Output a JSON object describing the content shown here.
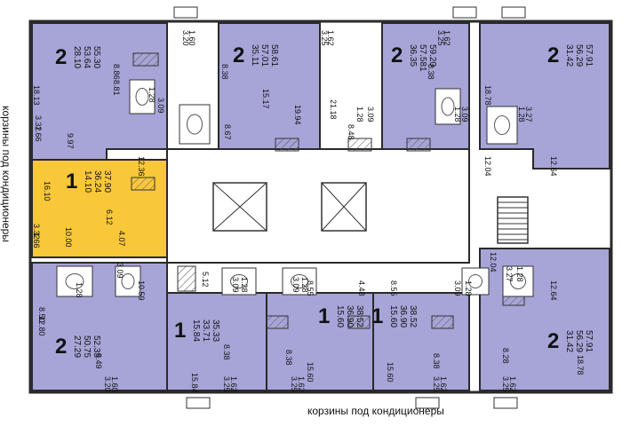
{
  "captions": {
    "bottom": "корзины под кондиционеры",
    "left": "корзины под кондиционеры"
  },
  "colors": {
    "apartment": "#a7a4d7",
    "selected": "#f8c73a",
    "wall": "#2a2a2a",
    "common": "#ffffff"
  },
  "apartments": [
    {
      "id": "a1",
      "rooms": "2",
      "areas": [
        "28.10",
        "53.64",
        "55.30"
      ],
      "selected": false
    },
    {
      "id": "a2",
      "rooms": "2",
      "areas": [
        "35.11",
        "57.01",
        "58.61"
      ],
      "selected": false
    },
    {
      "id": "a3",
      "rooms": "2",
      "areas": [
        "36.35",
        "57.581",
        "59.20"
      ],
      "selected": false
    },
    {
      "id": "a4",
      "rooms": "2",
      "areas": [
        "31.42",
        "56.29",
        "57.91"
      ],
      "selected": false
    },
    {
      "id": "a5",
      "rooms": "1",
      "areas": [
        "14.10",
        "36.24",
        "37.90"
      ],
      "selected": true
    },
    {
      "id": "a6",
      "rooms": "2",
      "areas": [
        "27.29",
        "50.75",
        "52.35"
      ],
      "selected": false
    },
    {
      "id": "a7",
      "rooms": "1",
      "areas": [
        "15.84",
        "33.71",
        "35.33"
      ],
      "selected": false
    },
    {
      "id": "a8",
      "rooms": "1",
      "areas": [
        "15.60",
        "36.90",
        "38.52"
      ],
      "selected": false
    },
    {
      "id": "a9",
      "rooms": "1",
      "areas": [
        "15.60",
        "36.90",
        "38.52"
      ],
      "selected": false
    },
    {
      "id": "a10",
      "rooms": "2",
      "areas": [
        "31.42",
        "56.29",
        "57.91"
      ],
      "selected": false
    }
  ],
  "room_labels": [
    "3.20",
    "1.60",
    "8.86",
    "8.81",
    "3.09",
    "1.28",
    "3.25",
    "1.62",
    "8.38",
    "21.18",
    "15.17",
    "19.94",
    "8.67",
    "1.28",
    "3.09",
    "8.48",
    "3.25",
    "1.62",
    "8.38",
    "18.78",
    "3.09",
    "1.28",
    "1.28",
    "3.27",
    "12.04",
    "12.64",
    "18.13",
    "3.32",
    "1.66",
    "9.97",
    "12.36",
    "16.10",
    "6.12",
    "10.00",
    "4.07",
    "3.32",
    "1.66",
    "3.09",
    "1.28",
    "10.59",
    "5.12",
    "3.09",
    "1.28",
    "3.09",
    "1.28",
    "8.55",
    "8.55",
    "4.48",
    "3.09",
    "1.28",
    "3.27",
    "1.28",
    "12.64",
    "12.04",
    "8.50",
    "12.80",
    "9.49",
    "3.20",
    "1.60",
    "8.38",
    "15.84",
    "3.25",
    "1.62",
    "8.38",
    "15.60",
    "3.25",
    "1.62",
    "15.60",
    "8.38",
    "3.25",
    "1.62",
    "8.28",
    "18.78",
    "3.25",
    "1.62"
  ]
}
